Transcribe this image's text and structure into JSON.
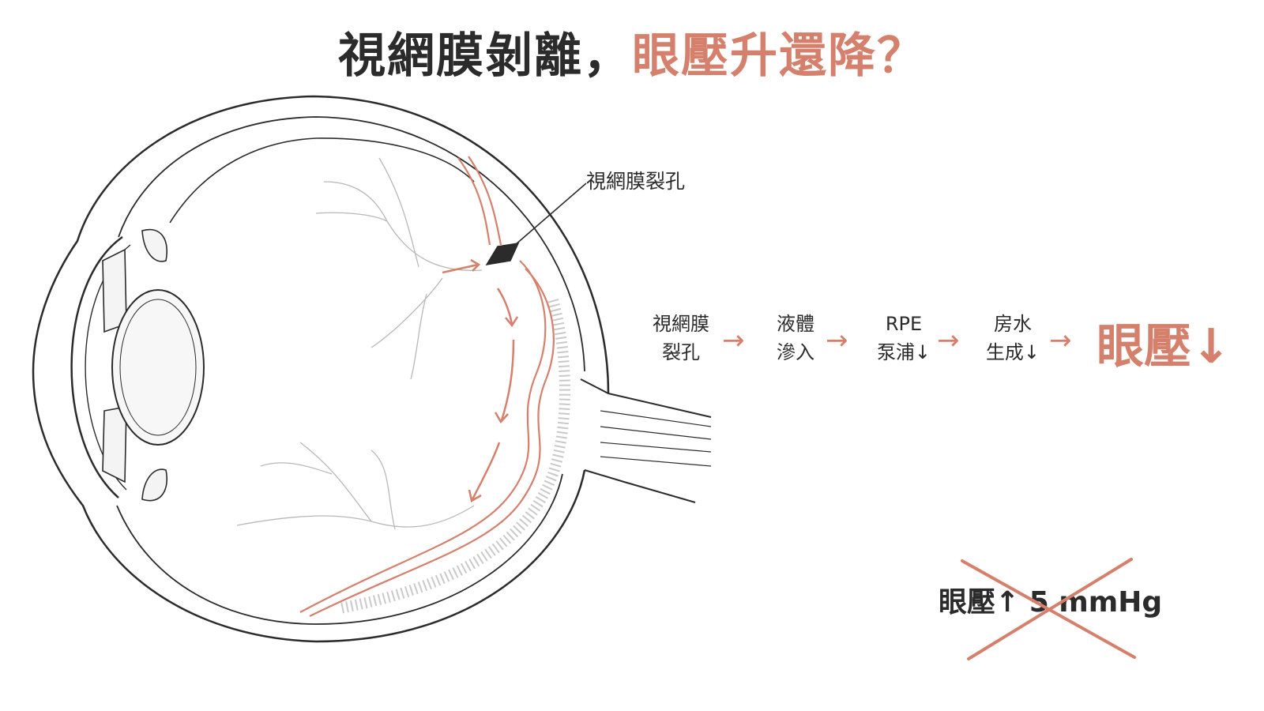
{
  "title": {
    "part1": "視網膜剝離，",
    "part2": "眼壓升還降？"
  },
  "callout_label": "視網膜裂孔",
  "flow": {
    "steps": [
      {
        "line1": "視網膜",
        "line2": "裂孔"
      },
      {
        "line1": "液體",
        "line2": "滲入"
      },
      {
        "line1": "RPE",
        "line2": "泵浦↓"
      },
      {
        "line1": "房水",
        "line2": "生成↓"
      }
    ],
    "arrow": "→",
    "result": "眼壓↓"
  },
  "crossed_out": {
    "text": "眼壓↑  5 mmHg"
  },
  "colors": {
    "accent": "#d5806c",
    "ink": "#2b2b2b",
    "vessel": "#b8b8b8"
  }
}
